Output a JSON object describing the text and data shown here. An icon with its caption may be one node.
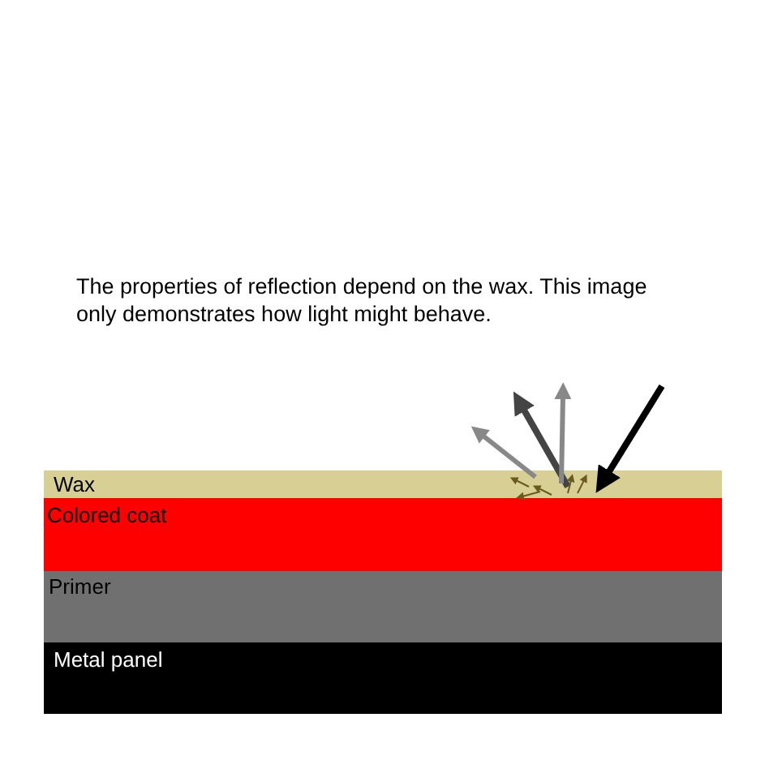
{
  "diagram": {
    "nodes": [
      {
        "text": [
          "Wax"
        ]
      },
      {
        "text": [
          "Colored coat"
        ]
      },
      {
        "text": [
          "Primer"
        ]
      },
      {
        "text": [
          "Metal panel"
        ]
      }
    ],
    "labels": [
      "The properties of reflection depend on the wax. This image only demonstrates how light might behave."
    ]
  }
}
